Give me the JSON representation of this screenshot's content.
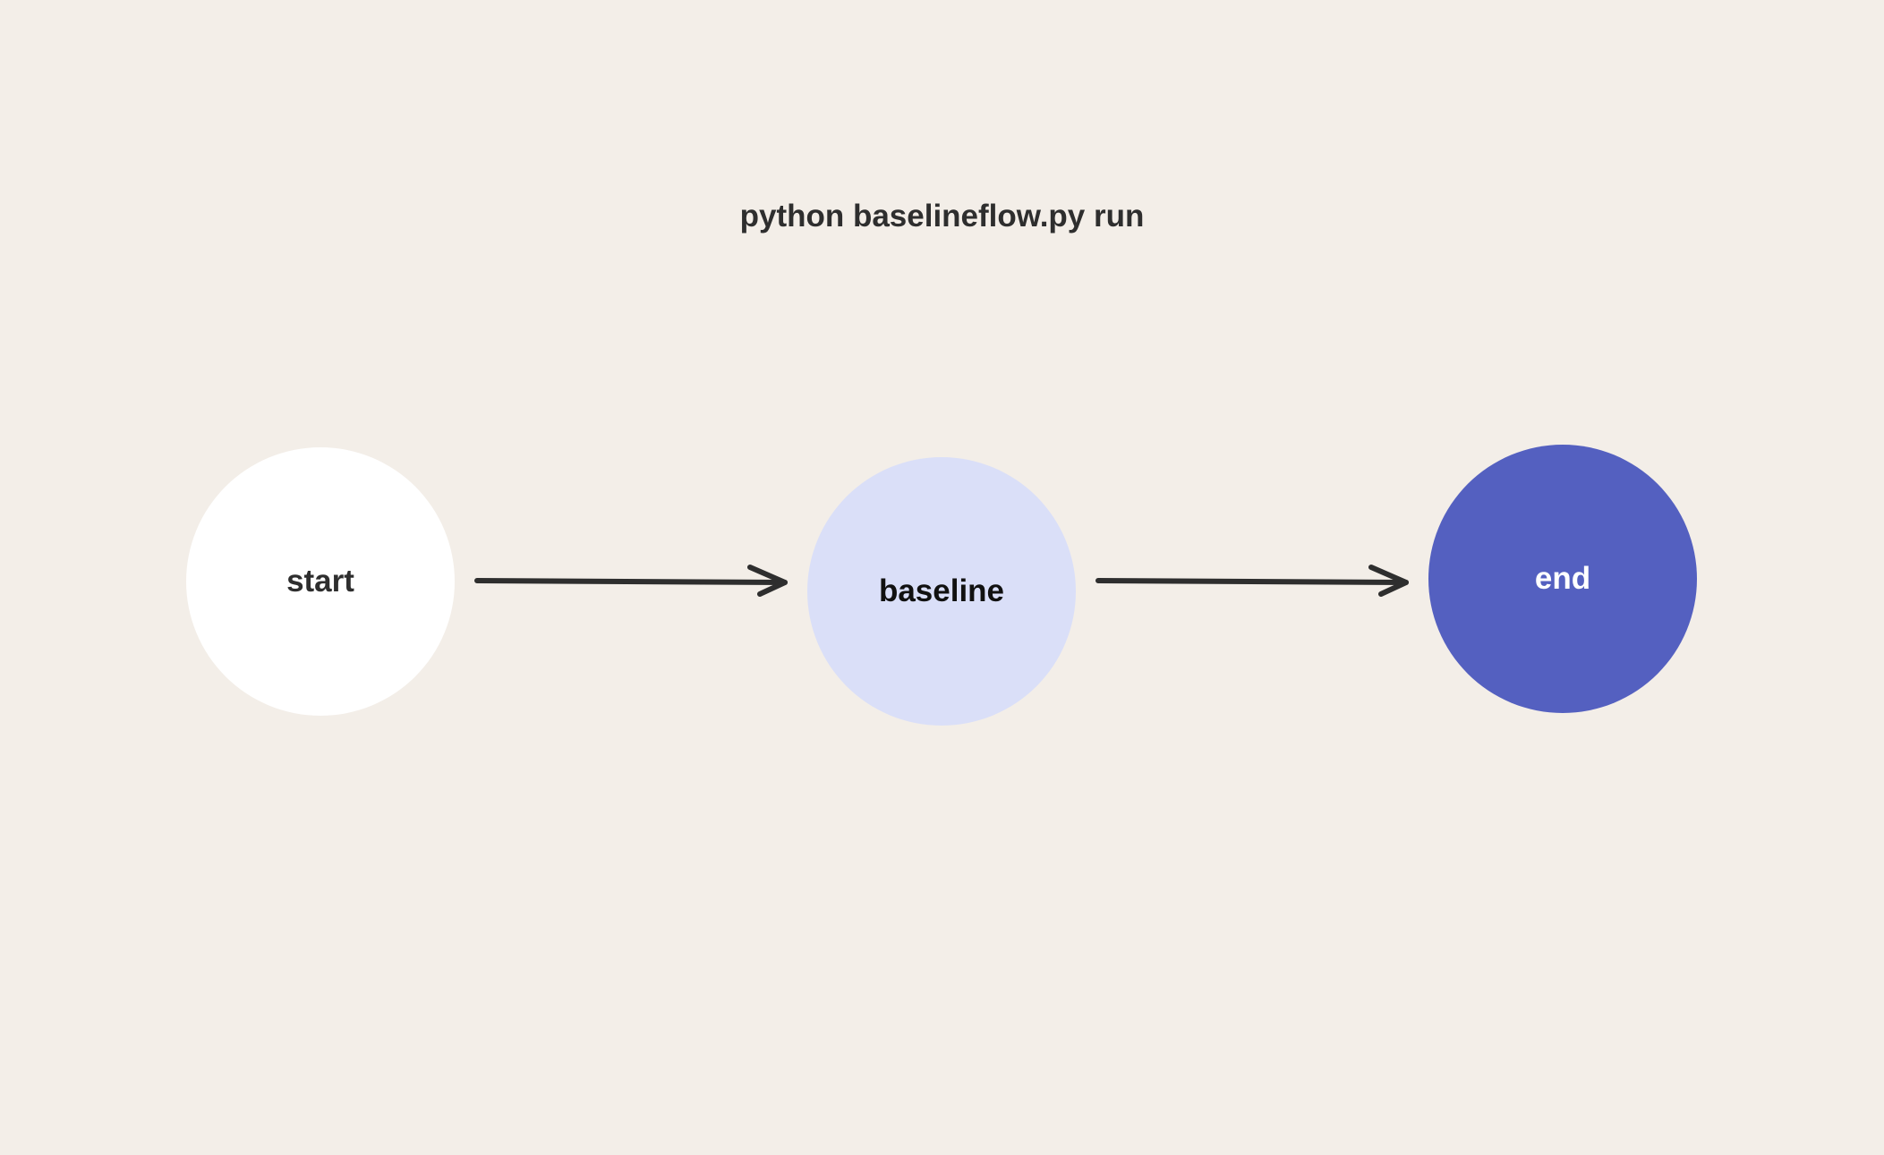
{
  "diagram": {
    "title": "python baselineflow.py run",
    "nodes": [
      {
        "id": "start",
        "label": "start",
        "fill": "#ffffff",
        "text_color": "#2e2e2e"
      },
      {
        "id": "baseline",
        "label": "baseline",
        "fill": "#dadff8",
        "text_color": "#111111"
      },
      {
        "id": "end",
        "label": "end",
        "fill": "#5460c0",
        "text_color": "#ffffff"
      }
    ],
    "edges": [
      {
        "from": "start",
        "to": "baseline"
      },
      {
        "from": "baseline",
        "to": "end"
      }
    ],
    "background": "#f3eee8",
    "arrow_color": "#2e2e2e"
  }
}
